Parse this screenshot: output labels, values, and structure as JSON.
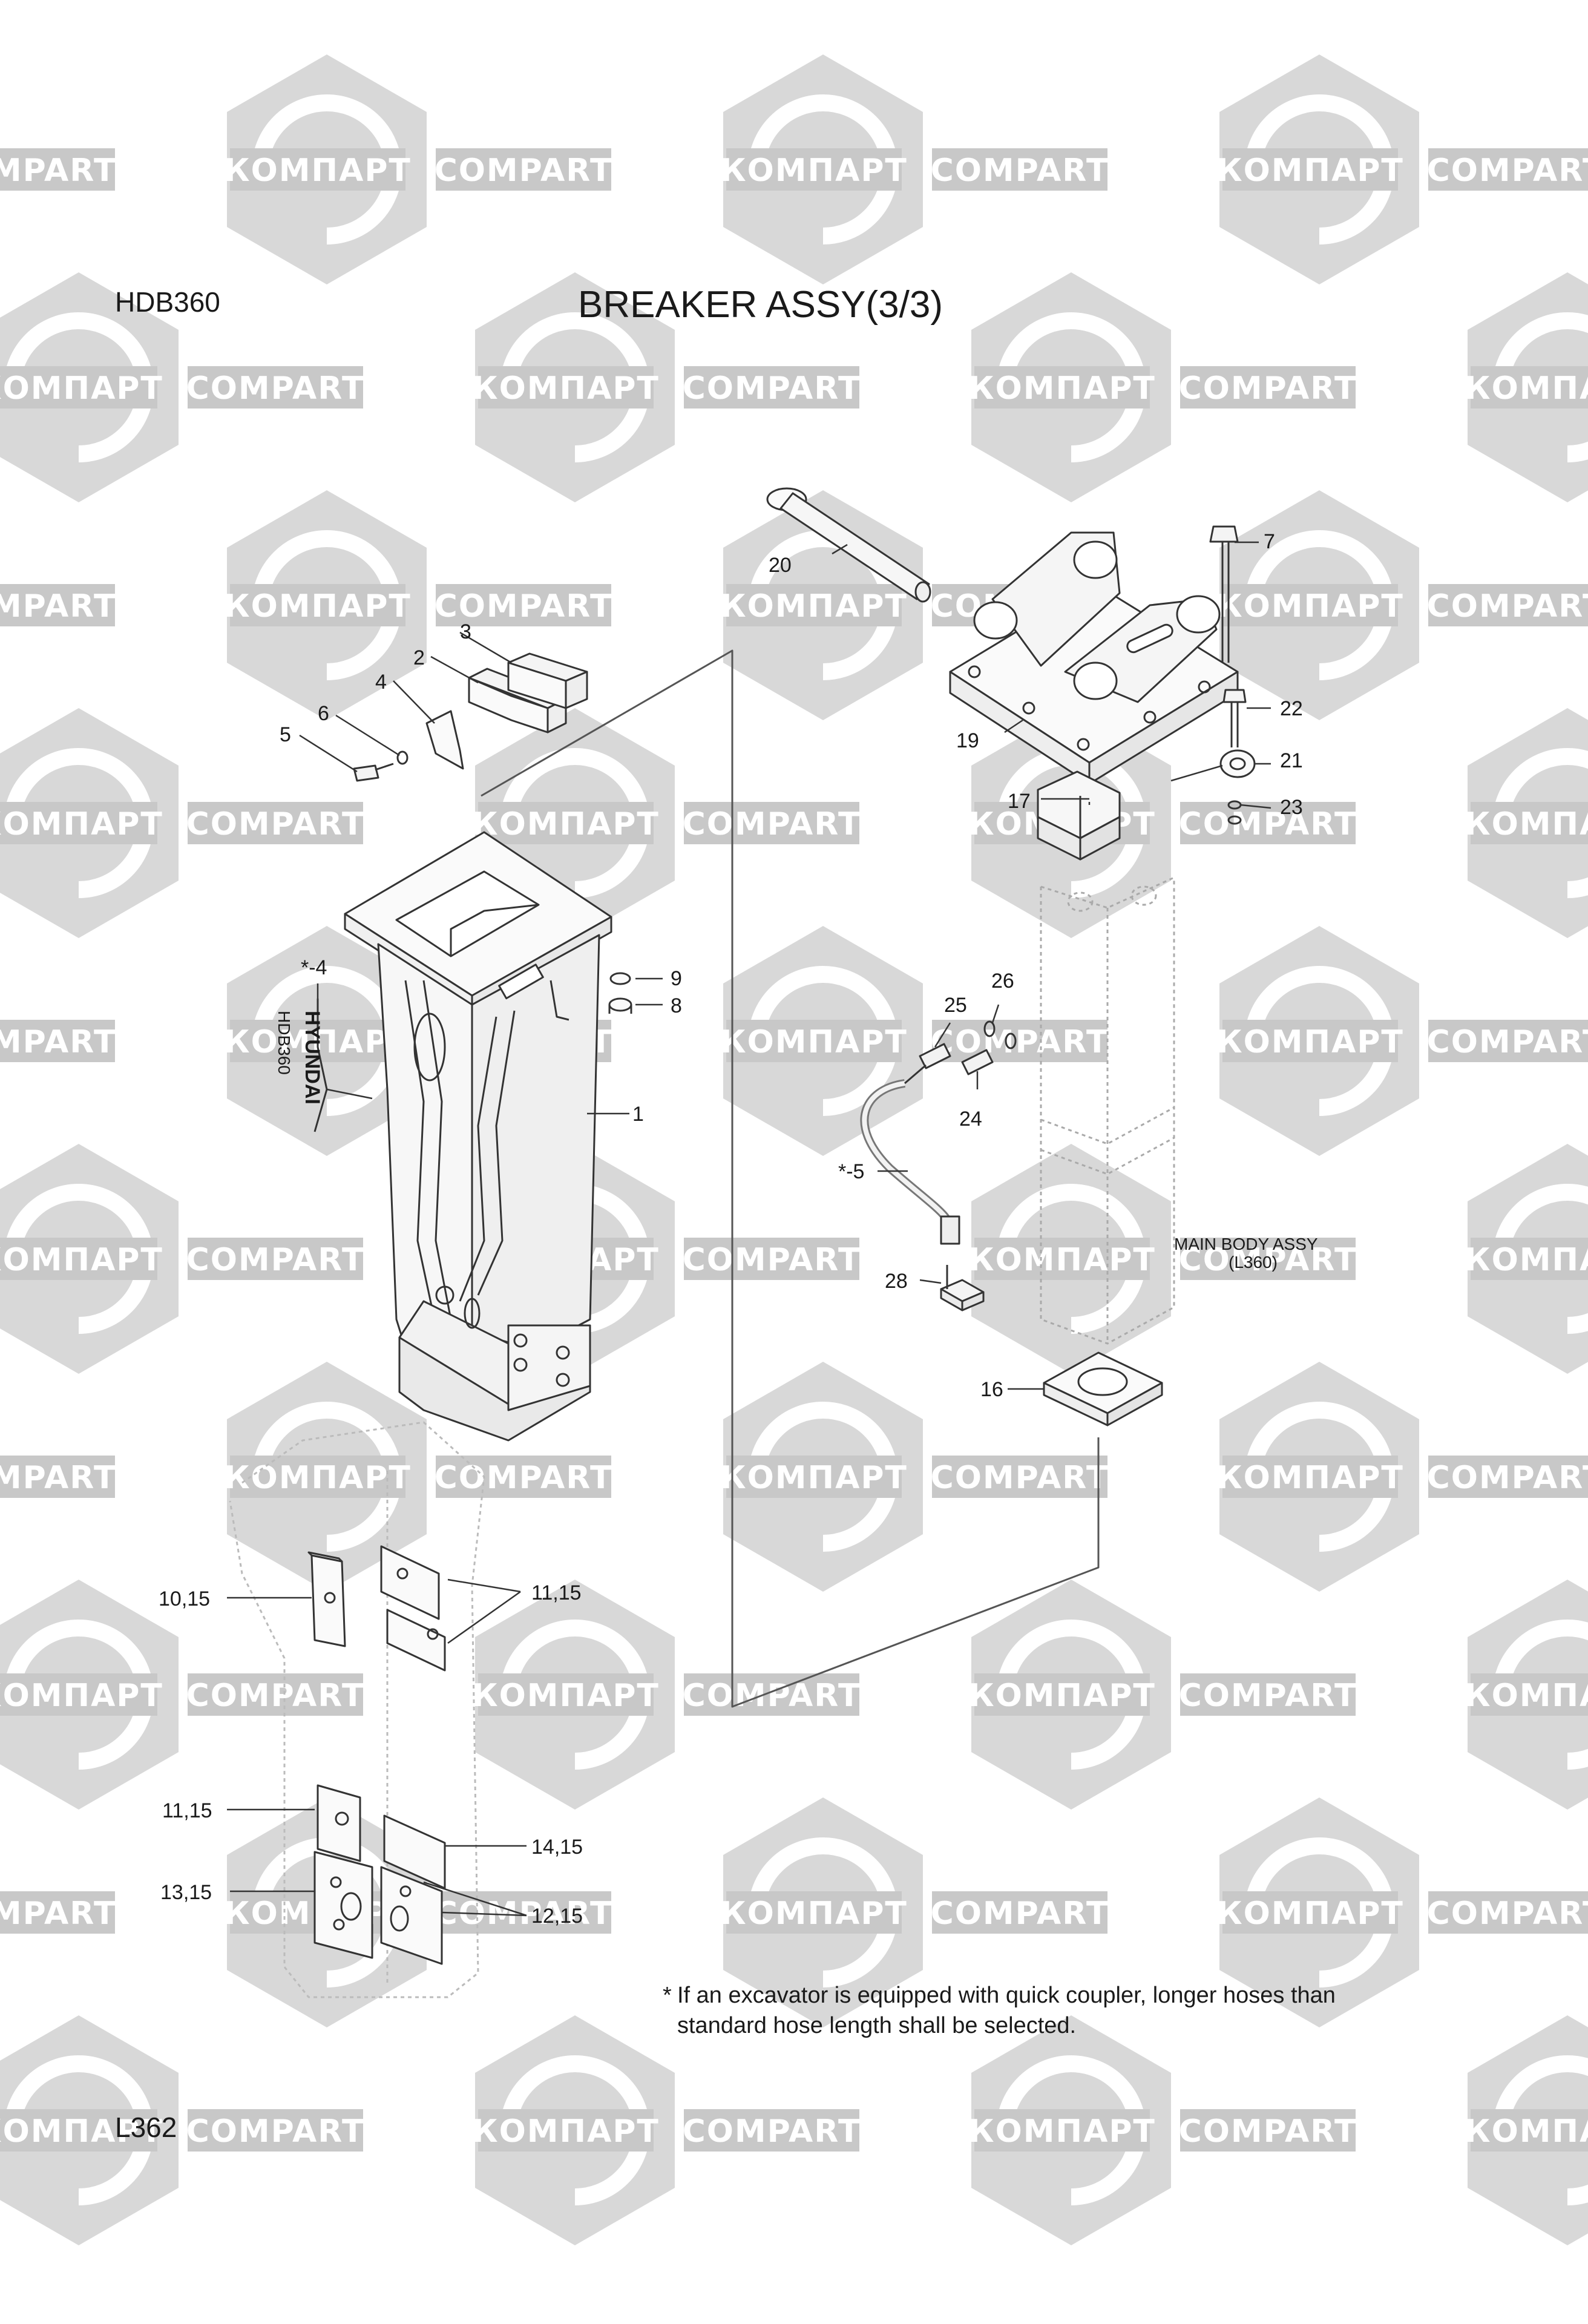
{
  "header": {
    "model": "HDB360",
    "title": "BREAKER ASSY(3/3)"
  },
  "footer": {
    "page": "L362"
  },
  "watermark": {
    "brand_latin": "COMPART",
    "brand_cyrillic": "КОМПАРТ",
    "color": "#c8c8c8"
  },
  "footnote": {
    "mark": "*",
    "lines": [
      "If an excavator is equipped with quick coupler, longer hoses than",
      "standard hose length shall be selected."
    ]
  },
  "callouts": {
    "c1": "1",
    "c2": "2",
    "c3": "3",
    "c4": "4",
    "c5": "5",
    "c6": "6",
    "c7": "7",
    "c8": "8",
    "c9": "9",
    "c16": "16",
    "c17": "17",
    "c19": "19",
    "c20": "20",
    "c21": "21",
    "c22": "22",
    "c23": "23",
    "c24": "24",
    "c25": "25",
    "c26": "26",
    "c28": "28",
    "c_s4": "*-4",
    "c_s5": "*-5",
    "c10_15": "10,15",
    "c11_15_a": "11,15",
    "c11_15_b": "11,15",
    "c13_15": "13,15",
    "c14_15": "14,15",
    "c12_15": "12,15"
  },
  "main_body_label": {
    "line1": "MAIN BODY ASSY",
    "line2": "(L360)"
  },
  "side_decal": {
    "brand": "HYUNDAI",
    "model": "HDB360"
  }
}
